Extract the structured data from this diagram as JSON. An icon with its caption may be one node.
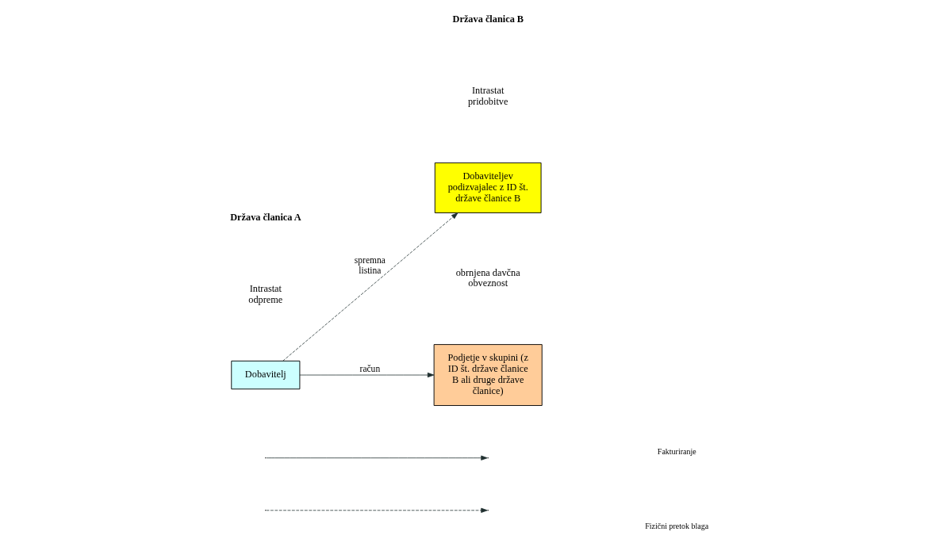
{
  "diagram": {
    "nodes": [
      {
        "text": [
          "Dobavitelj"
        ]
      },
      {
        "text": [
          "Dobaviteljev podizvajalec z ID št. države članice B"
        ]
      },
      {
        "text": [
          "Podjetje v skupini (z ID št. države članice B ali druge države članice)"
        ]
      }
    ],
    "edges": [
      {
        "from": 0,
        "to": 1,
        "arrow": "to",
        "style": "dashed",
        "label": "spremna listina"
      },
      {
        "from": 0,
        "to": 2,
        "arrow": "to",
        "label": "račun"
      }
    ],
    "labels": [
      "Država članica A",
      "Država članica B",
      "Intrastat pridobitve",
      "Intrastat odpreme",
      "obrnjena davčna obveznost"
    ],
    "legend": [
      {
        "text": "Fakturiranje"
      },
      {
        "text": "Fizični pretok blaga"
      }
    ]
  }
}
